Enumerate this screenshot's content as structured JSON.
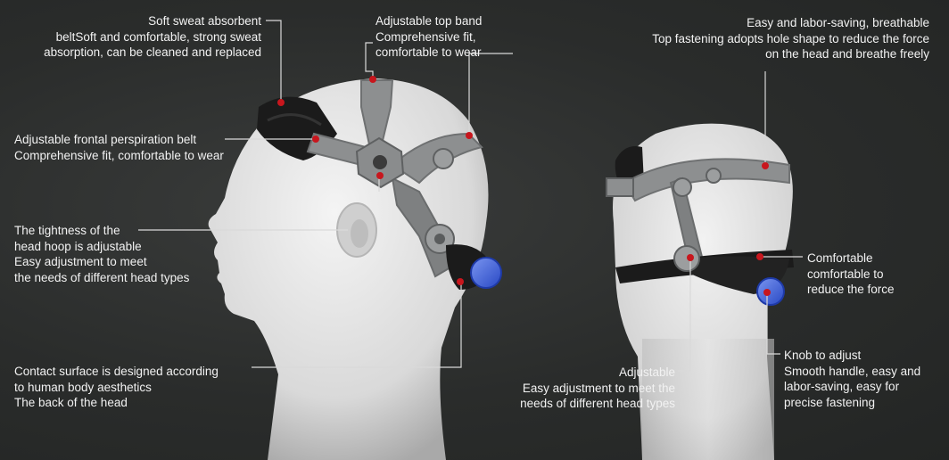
{
  "colors": {
    "background": "#2a2c2b",
    "text": "#f2f2f2",
    "accent_dot": "#c8161d",
    "leader_line": "#d9d9d9",
    "knob": "#3a5fd9",
    "strap": "#8d8f90",
    "pad": "#1b1b1b",
    "head": "#e6e6e6"
  },
  "labels": {
    "sweat_absorbent": [
      "Soft sweat absorbent",
      "beltSoft and comfortable, strong sweat",
      "absorption, can be cleaned and replaced"
    ],
    "top_band": [
      "Adjustable top band",
      "Comprehensive fit,",
      "comfortable to wear"
    ],
    "frontal_belt": [
      "Adjustable frontal perspiration belt",
      "Comprehensive fit, comfortable to wear"
    ],
    "head_hoop": [
      "The tightness of the",
      "head hoop is adjustable",
      "Easy adjustment to meet",
      "the needs of different head types"
    ],
    "contact_surface": [
      "Contact surface is designed according",
      "to human body aesthetics",
      "The back of the head"
    ],
    "breathable": [
      "Easy and labor-saving, breathable",
      "Top fastening adopts hole shape to reduce the force",
      "on the head and breathe freely"
    ],
    "comfortable": [
      "Comfortable",
      "comfortable to",
      "reduce the force"
    ],
    "knob": [
      "Knob to adjust",
      "Smooth handle, easy and",
      "labor-saving, easy for",
      "precise fastening"
    ],
    "adjustable": [
      "Adjustable",
      "Easy adjustment to meet the",
      "needs of different head types"
    ]
  }
}
